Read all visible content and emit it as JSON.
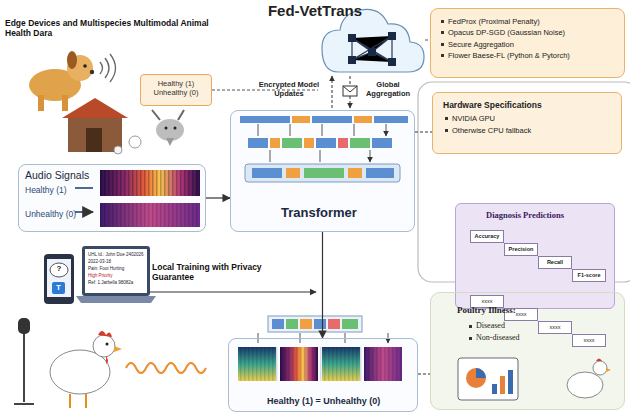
{
  "diagram": {
    "title": "Fed-VetTrans",
    "nodes": [
      {
        "text": [
          "Healthy (1) Unhealthy (0)"
        ]
      },
      {
        "text": [
          "FedProx (Proximal Penalty)",
          "Opacus DP-SGD (Gaussian Noise)",
          "Secure Aggregation",
          "Flower Baese-FL (Python & Pytorch)"
        ]
      },
      {
        "text": [
          "Hardware Specifications",
          "NVIDIA GPU",
          "Otherwise CPU fallback"
        ]
      },
      {
        "text": [
          "Transformer"
        ]
      },
      {
        "text": [
          "Audio Signals",
          "Healthy (1)",
          "Unhealthy (0)"
        ]
      },
      {
        "text": [
          "Diagnosis Predictions"
        ]
      },
      {
        "text": [
          "Accuracy"
        ],
        "in": 5
      },
      {
        "text": [
          "Precision"
        ],
        "in": 5
      },
      {
        "text": [
          "Recall"
        ],
        "in": 5
      },
      {
        "text": [
          "F1-score"
        ],
        "in": 5
      },
      {
        "text": [
          "xxxx"
        ],
        "in": 5
      },
      {
        "text": [
          "xxxx"
        ],
        "in": 5
      },
      {
        "text": [
          "xxxx"
        ],
        "in": 5
      },
      {
        "text": [
          "xxxx"
        ],
        "in": 5
      },
      {
        "text": [
          "Healthy (1) = Unhealthy (0)"
        ]
      },
      {
        "text": [
          "Poultry Illness:",
          "Diseased",
          "Non-diseased"
        ]
      }
    ],
    "edges": [
      {
        "from": 4,
        "to": 3,
        "arrow": "to"
      },
      {
        "from": 3,
        "to": 14,
        "arrow": "to"
      },
      {
        "from": 3,
        "to": 2,
        "arrow": "none"
      },
      {
        "from": 14,
        "to": 15,
        "arrow": "none"
      }
    ],
    "labels": [
      "Edge Devices and Multispecies Multimodal Animal Health Dara",
      "Encrypted Model Updates",
      "Global Aggregation",
      "Local Training with Privacy Guarantee",
      "UHL Id.: John Doe 2402026",
      "2022-03-18",
      "Pain: Foot Hurting",
      "High Priority",
      "Ref: 1.Jarbella 98082a",
      "?",
      "T"
    ]
  }
}
